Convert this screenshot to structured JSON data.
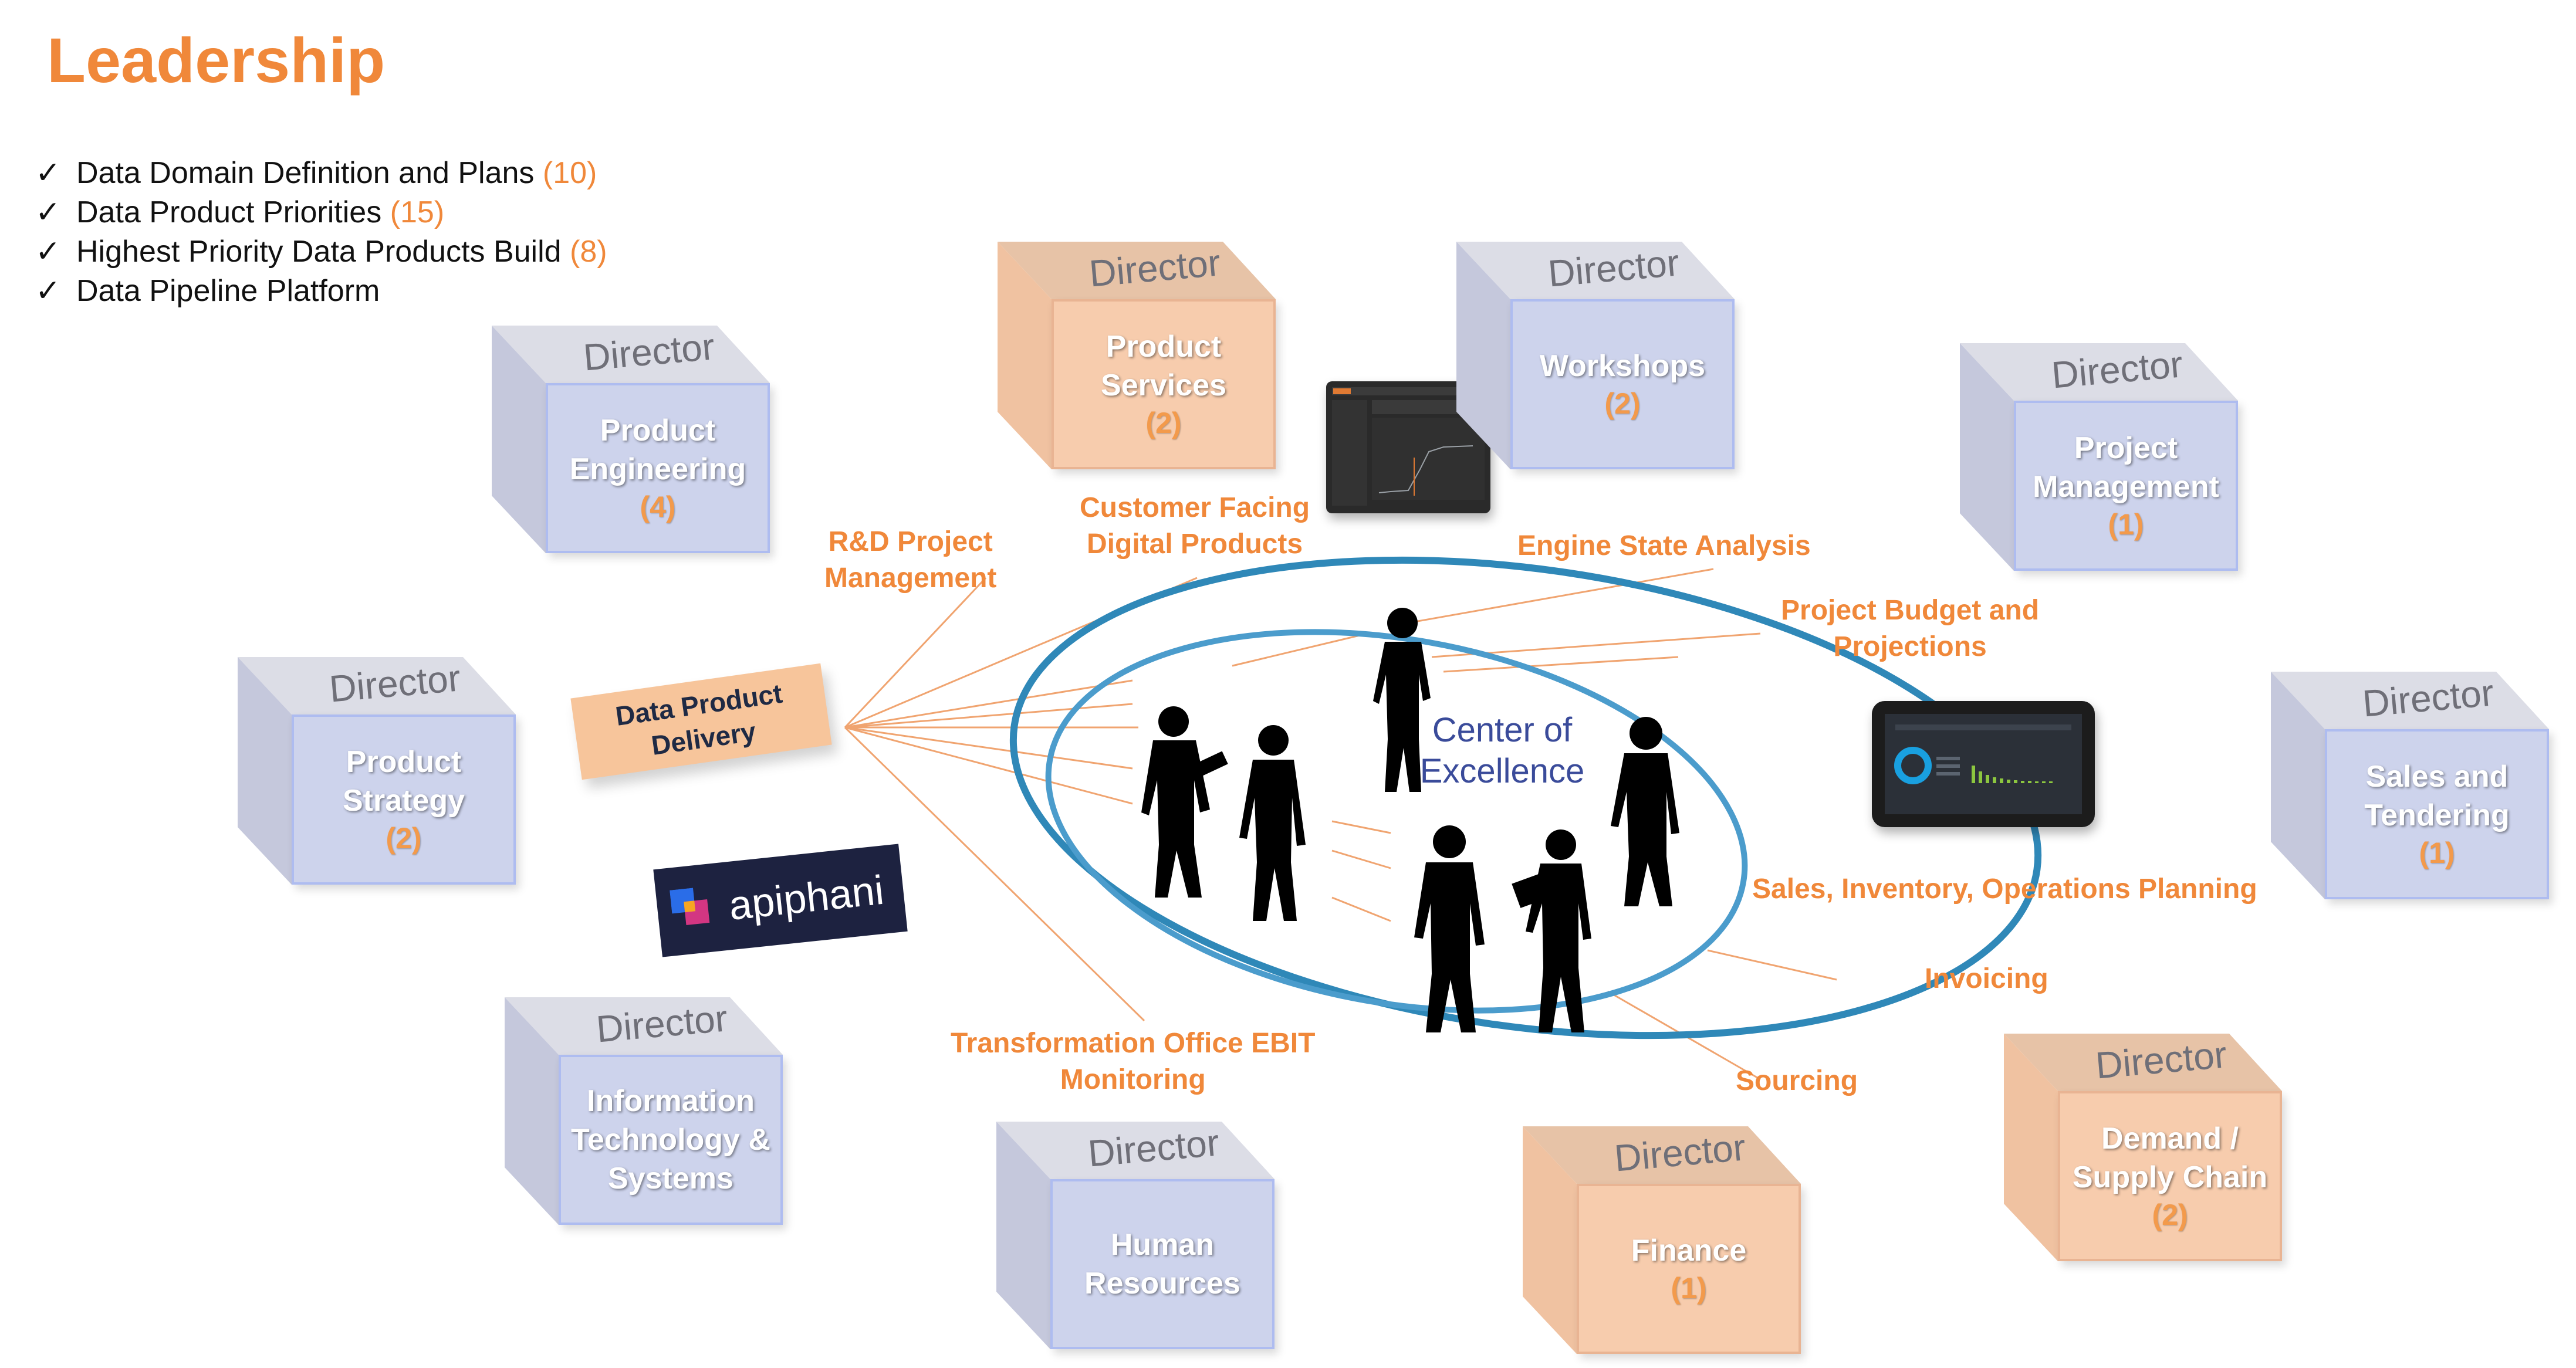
{
  "title": "Leadership",
  "checklist": [
    {
      "text": "Data Domain Definition and Plans",
      "count": "(10)"
    },
    {
      "text": "Data Product Priorities",
      "count": "(15)"
    },
    {
      "text": "Highest Priority Data Products Build",
      "count": "(8)"
    },
    {
      "text": "Data Pipeline Platform",
      "count": ""
    }
  ],
  "check_symbol": "✓",
  "director_label": "Director",
  "directors": [
    {
      "id": "product-engineering",
      "line1": "Product",
      "line2": "Engineering",
      "line3": "",
      "count": "(4)",
      "style": "blue"
    },
    {
      "id": "product-services",
      "line1": "Product",
      "line2": "Services",
      "line3": "",
      "count": "(2)",
      "style": "peach"
    },
    {
      "id": "workshops",
      "line1": "Workshops",
      "line2": "",
      "line3": "",
      "count": "(2)",
      "style": "blue"
    },
    {
      "id": "project-management",
      "line1": "Project",
      "line2": "Management",
      "line3": "",
      "count": "(1)",
      "style": "blue"
    },
    {
      "id": "product-strategy",
      "line1": "Product",
      "line2": "Strategy",
      "line3": "",
      "count": "(2)",
      "style": "blue"
    },
    {
      "id": "sales-and-tendering",
      "line1": "Sales and",
      "line2": "Tendering",
      "line3": "",
      "count": "(1)",
      "style": "blue"
    },
    {
      "id": "information-technology",
      "line1": "Information",
      "line2": "Technology &",
      "line3": "Systems",
      "count": "",
      "style": "blue"
    },
    {
      "id": "human-resources",
      "line1": "Human",
      "line2": "Resources",
      "line3": "",
      "count": "",
      "style": "blue"
    },
    {
      "id": "finance",
      "line1": "Finance",
      "line2": "",
      "line3": "",
      "count": "(1)",
      "style": "peach"
    },
    {
      "id": "demand-supply-chain",
      "line1": "Demand /",
      "line2": "Supply Chain",
      "line3": "",
      "count": "(2)",
      "style": "peach"
    }
  ],
  "data_products": [
    {
      "id": "rd-project-management",
      "line1": "R&D Project",
      "line2": "Management"
    },
    {
      "id": "customer-facing-digital-products",
      "line1": "Customer Facing",
      "line2": "Digital Products"
    },
    {
      "id": "engine-state-analysis",
      "line1": "Engine State Analysis",
      "line2": ""
    },
    {
      "id": "project-budget-projections",
      "line1": "Project Budget and",
      "line2": "Projections"
    },
    {
      "id": "sales-inventory-operations-planning",
      "line1": "Sales, Inventory, Operations Planning",
      "line2": ""
    },
    {
      "id": "invoicing",
      "line1": "Invoicing",
      "line2": ""
    },
    {
      "id": "sourcing",
      "line1": "Sourcing",
      "line2": ""
    },
    {
      "id": "transformation-office-ebit-monitoring",
      "line1": "Transformation Office EBIT",
      "line2": "Monitoring"
    }
  ],
  "data_product_delivery": {
    "line1": "Data Product",
    "line2": "Delivery"
  },
  "logo_text": "apiphani",
  "center": {
    "line1": "Center of",
    "line2": "Excellence"
  },
  "colors": {
    "accent": "#f0883a",
    "cube_blue": "#cdd3ec",
    "cube_peach": "#f7ccad",
    "center_text": "#3a4b9a"
  }
}
